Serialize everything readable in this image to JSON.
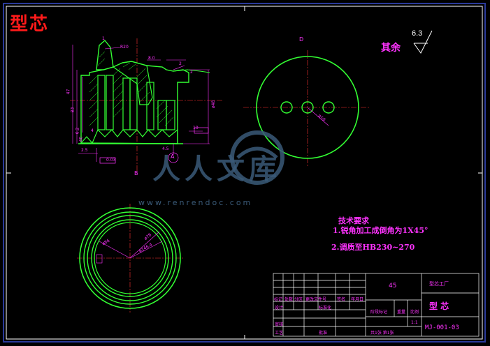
{
  "title": "型芯",
  "roughness": {
    "label": "其余",
    "value": "6.3"
  },
  "views": {
    "top_label": "D",
    "section_label": "A",
    "view_letter": "B"
  },
  "dims": {
    "r20": "R20",
    "r50": "R50",
    "d2": "2",
    "d1": "1",
    "v1": "47",
    "v2": "83",
    "v3": "6.2",
    "v4": "40",
    "h1": "8.0",
    "h2": "2",
    "h3": "2.5",
    "h4": "10",
    "h5": "4",
    "h6": "4.5",
    "tol_box": "0.03",
    "right_dim": "ø48",
    "c1": "ø86",
    "c2": "ø146.4",
    "c3": "ø78"
  },
  "tech": {
    "heading": "技术要求",
    "line1": "1.锐角加工成倒角为1X45°",
    "line2": "2.调质至HB230~270"
  },
  "watermark": {
    "brand": "人人文库",
    "url": "www.renrendoc.com"
  },
  "titleblock": {
    "material": "45",
    "company": "型芯工厂",
    "part_name": "型 芯",
    "drawing_no": "MJ-001-03",
    "scale_label": "比例",
    "scale_value": "1:1",
    "weight_label": "重量",
    "stage_label": "阶段标记",
    "sheet_text": "共1张 第1张",
    "labels": [
      "标记",
      "处数",
      "分区",
      "更改文件号",
      "签名",
      "年月日",
      "设计",
      "标准化",
      "审核",
      "工艺",
      "批准"
    ]
  }
}
